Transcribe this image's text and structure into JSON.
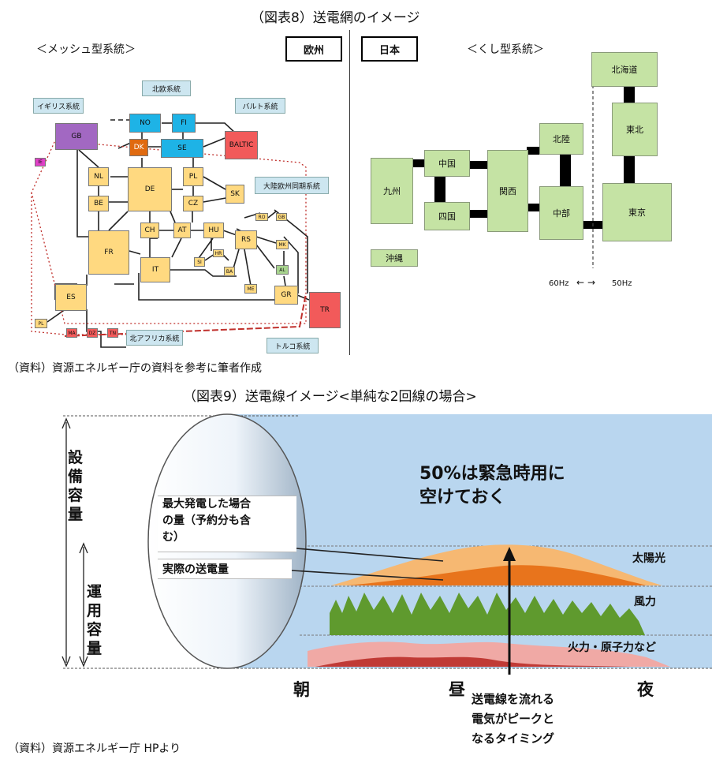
{
  "figure8": {
    "title": "（図表8）送電網のイメージ",
    "left_label": "＜メッシュ型系統＞",
    "right_label": "＜くし型系統＞",
    "tab_europe": "欧州",
    "tab_japan": "日本",
    "source": "（資料）資源エネルギー庁の資料を参考に筆者作成",
    "systems": {
      "nordic": "北欧系統",
      "uk": "イギリス系統",
      "baltic": "バルト系統",
      "continental": "大陸欧州同期系統",
      "north_africa": "北アフリカ系統",
      "turkey": "トルコ系統"
    },
    "eu_nodes": {
      "GB": "GB",
      "IE": "IE",
      "NO": "NO",
      "FI": "FI",
      "DK": "DK",
      "SE": "SE",
      "BALTIC": "BALTIC",
      "NL": "NL",
      "DE": "DE",
      "PL": "PL",
      "SK": "SK",
      "BE": "BE",
      "CZ": "CZ",
      "FR": "FR",
      "CH": "CH",
      "AT": "AT",
      "HU": "HU",
      "RO": "RO",
      "GB2": "GB",
      "RS": "RS",
      "HR": "HR",
      "SI": "SI",
      "MK": "MK",
      "BA": "BA",
      "AL": "AL",
      "ME": "ME",
      "IT": "IT",
      "GR": "GR",
      "ES": "ES",
      "PL2": "PL",
      "MA": "MA",
      "DZ": "DZ",
      "TN": "TN",
      "TR": "TR"
    },
    "jp_nodes": {
      "hokkaido": "北海道",
      "tohoku": "東北",
      "hokuriku": "北陸",
      "chugoku": "中国",
      "kansai": "関西",
      "kyushu": "九州",
      "shikoku": "四国",
      "chubu": "中部",
      "tokyo": "東京",
      "okinawa": "沖縄"
    },
    "freq_left": "60Hz",
    "freq_right": "50Hz",
    "freq_arrow": "←→"
  },
  "figure9": {
    "title": "（図表9）送電線イメージ<単純な2回線の場合>",
    "axis_total": "設備容量",
    "axis_operational": "運用容量",
    "headline_line1": "50%は緊急時用に",
    "headline_line2": "空けておく",
    "label_max_line1": "最大発電した場合",
    "label_max_line2": "の量（予約分も含",
    "label_max_line3": "む）",
    "label_actual": "実際の送電量",
    "layer_solar": "太陽光",
    "layer_wind": "風力",
    "layer_thermal": "火力・原子力など",
    "time_morning": "朝",
    "time_noon": "昼",
    "time_night": "夜",
    "peak_line1": "送電線を流れる",
    "peak_line2": "電気がピークと",
    "peak_line3": "なるタイミング",
    "source": "（資料）資源エネルギー庁 HPより",
    "colors": {
      "pipe": "#b9d6ef",
      "solar_light": "#f6b872",
      "solar_dark": "#e8741c",
      "wind": "#5f9a2e",
      "thermal_light": "#f0a9a5",
      "thermal_dark": "#c03a35"
    }
  }
}
